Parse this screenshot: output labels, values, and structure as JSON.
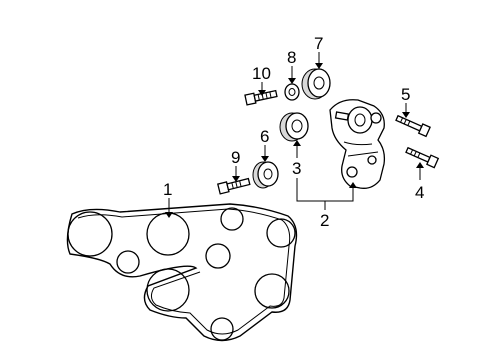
{
  "callouts": {
    "c1": "1",
    "c2": "2",
    "c3": "3",
    "c4": "4",
    "c5": "5",
    "c6": "6",
    "c7": "7",
    "c8": "8",
    "c9": "9",
    "c10": "10"
  },
  "parts": [
    {
      "id": "1",
      "icon": "serpentine-belt-icon"
    },
    {
      "id": "2",
      "icon": "tensioner-assembly-icon"
    },
    {
      "id": "3",
      "icon": "tensioner-pulley-icon"
    },
    {
      "id": "4",
      "icon": "bolt-icon"
    },
    {
      "id": "5",
      "icon": "bolt-icon"
    },
    {
      "id": "6",
      "icon": "idler-pulley-icon"
    },
    {
      "id": "7",
      "icon": "idler-pulley-icon"
    },
    {
      "id": "8",
      "icon": "washer-icon"
    },
    {
      "id": "9",
      "icon": "bolt-icon"
    },
    {
      "id": "10",
      "icon": "bolt-icon"
    }
  ]
}
